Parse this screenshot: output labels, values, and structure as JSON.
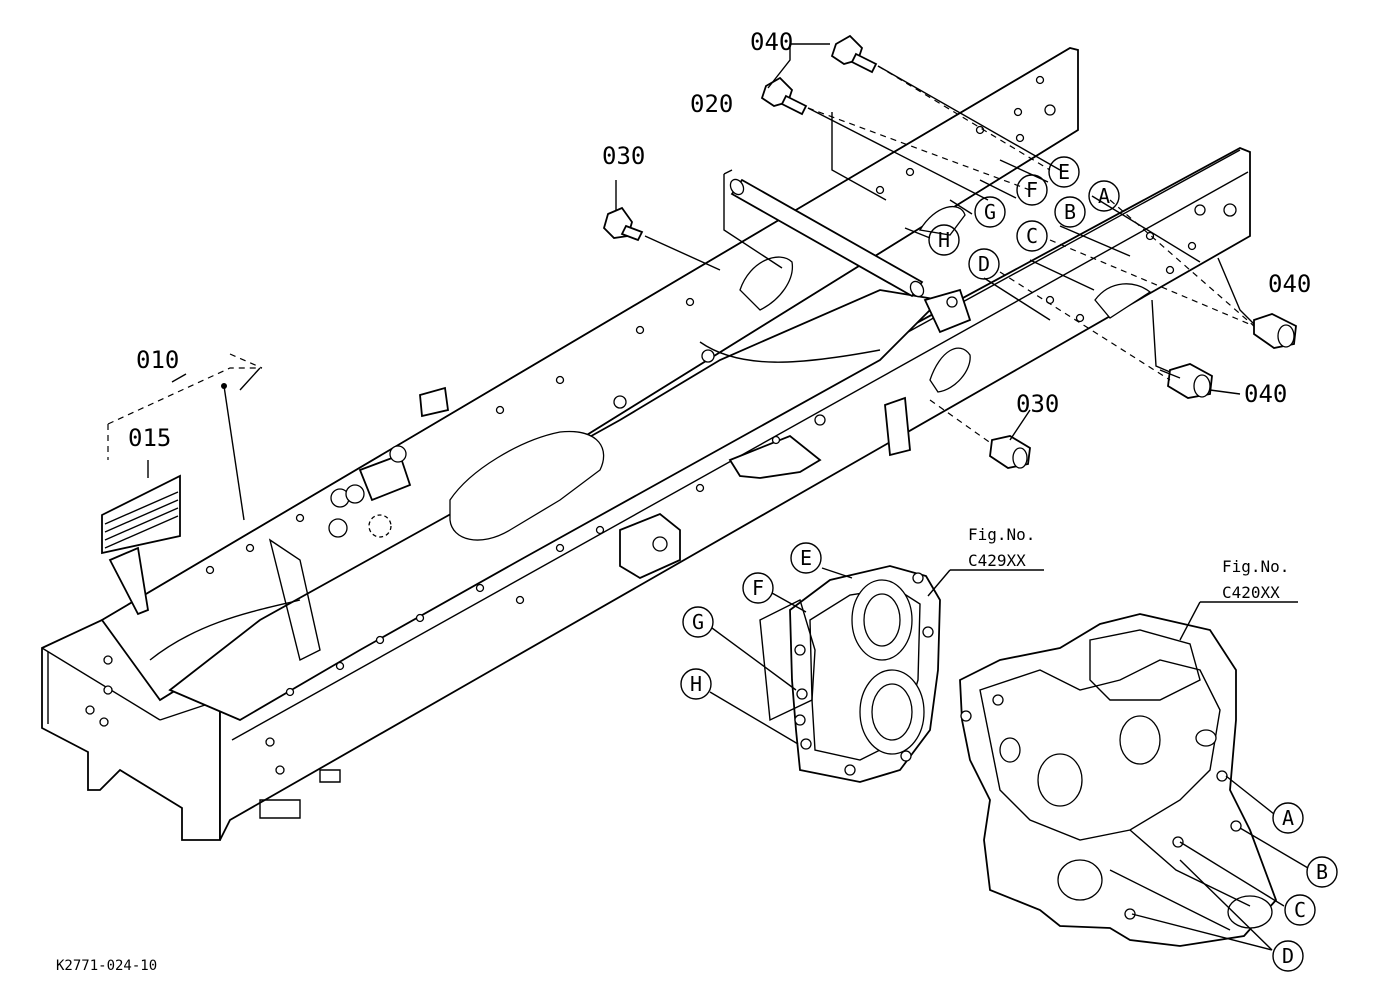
{
  "part_numbers": {
    "p040_top": "040",
    "p020": "020",
    "p030_left": "030",
    "p040_right": "040",
    "p040_lower": "040",
    "p030_lower": "030",
    "p010": "010",
    "p015": "015"
  },
  "refs_upper": {
    "A": "A",
    "B": "B",
    "C": "C",
    "D": "D",
    "E": "E",
    "F": "F",
    "G": "G",
    "H": "H"
  },
  "refs_mid": {
    "E": "E",
    "F": "F",
    "G": "G",
    "H": "H"
  },
  "refs_right": {
    "A": "A",
    "B": "B",
    "C": "C",
    "D": "D"
  },
  "fig_ref_1": {
    "label": "Fig.No.",
    "code": "C429XX"
  },
  "fig_ref_2": {
    "label": "Fig.No.",
    "code": "C420XX"
  },
  "drawing_code": "K2771-024-10"
}
